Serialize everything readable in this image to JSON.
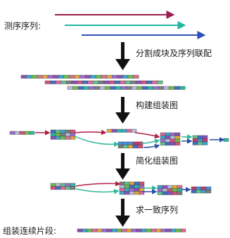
{
  "labels": {
    "sequencing_reads": "测序序列:",
    "assembled_contig": "组装连续片段:"
  },
  "steps": [
    "分割成块及序列联配",
    "构建组装图",
    "简化组装图",
    "求一致序列"
  ],
  "colors": {
    "read_top": "#9b1d4f",
    "read_middle": "#22b8a0",
    "read_bottom": "#2c4fb8",
    "graph_edge_red": "#b01e45",
    "graph_edge_green": "#30b89a",
    "graph_edge_blue": "#2a4fa8",
    "arrow": "#111111"
  }
}
